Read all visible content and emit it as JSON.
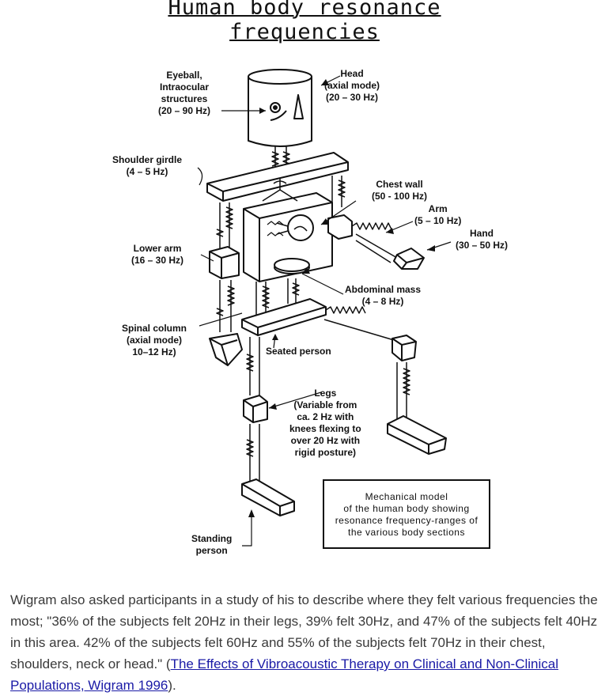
{
  "figure": {
    "title": "Human body resonance frequencies",
    "labels": {
      "eyeball": [
        "Eyeball,",
        "Intraocular",
        "structures",
        "(20 – 90 Hz)"
      ],
      "head": [
        "Head",
        "(axial mode)",
        "(20 – 30 Hz)"
      ],
      "shoulder": [
        "Shoulder girdle",
        "(4 – 5 Hz)"
      ],
      "chest": [
        "Chest wall",
        "(50 - 100 Hz)"
      ],
      "arm": [
        "Arm",
        "(5 – 10 Hz)"
      ],
      "hand": [
        "Hand",
        "(30 – 50 Hz)"
      ],
      "lower_arm": [
        "Lower arm",
        "(16 – 30 Hz)"
      ],
      "abdominal": [
        "Abdominal mass",
        "(4 – 8 Hz)"
      ],
      "spinal": [
        "Spinal column",
        "(axial mode)",
        "10–12 Hz)"
      ],
      "seated": [
        "Seated person"
      ],
      "legs": [
        "Legs",
        "(Variable from",
        "ca. 2 Hz with",
        "knees flexing to",
        "over 20 Hz with",
        "rigid posture)"
      ],
      "standing": [
        "Standing",
        "person"
      ]
    },
    "box_caption": [
      "Mechanical model",
      "of the human body showing",
      "resonance frequency-ranges of",
      "the various body sections"
    ]
  },
  "caption": {
    "text": "Wigram also asked participants in a study of his to describe where they felt various frequencies the most; \"36% of the subjects felt 20Hz in their legs, 39% felt 30Hz, and 47% of the subjects felt 40Hz in this area. 42% of the subjects felt 60Hz and 55% of the subjects felt 70Hz in their chest, shoulders, neck or head.\" (",
    "link_text": "The Effects of Vibroacoustic Therapy on Clinical and Non-Clinical Populations, Wigram 1996",
    "after_link": ")."
  }
}
